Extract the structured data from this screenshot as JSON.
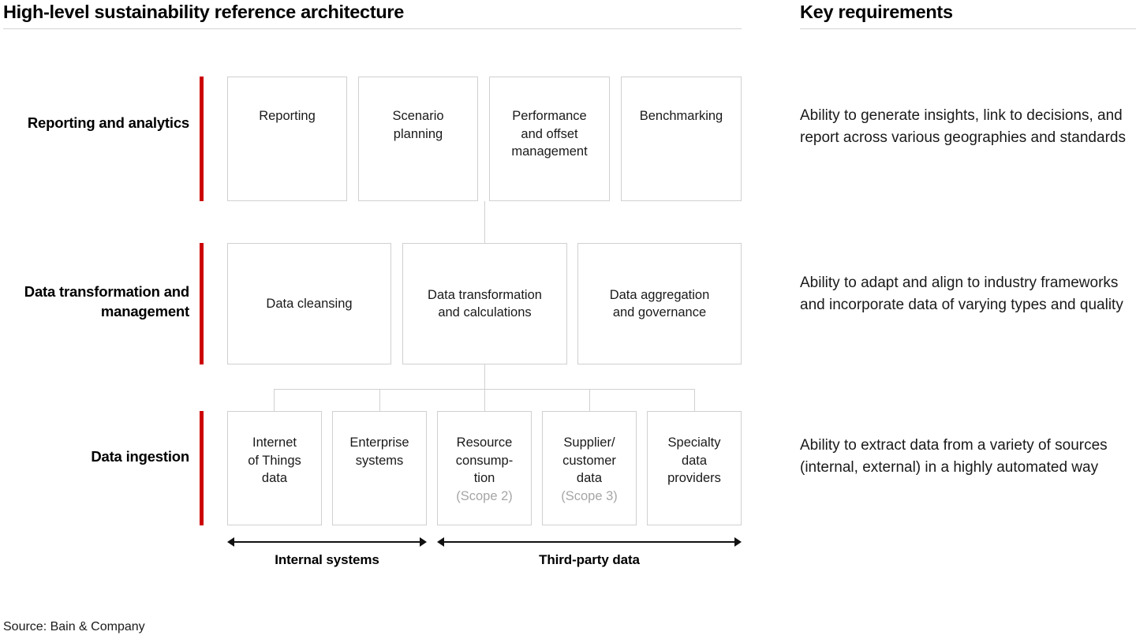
{
  "header": {
    "title": "High-level sustainability reference architecture",
    "requirements_title": "Key requirements"
  },
  "rows": [
    {
      "label": "Reporting and\nanalytics",
      "requirement": "Ability to generate insights, link to decisions, and report across various geographies and standards",
      "nodes": [
        {
          "label": "Reporting"
        },
        {
          "label": "Scenario\nplanning"
        },
        {
          "label": "Performance\nand offset\nmanagement"
        },
        {
          "label": "Benchmarking"
        }
      ]
    },
    {
      "label": "Data transformation\nand management",
      "requirement": "Ability to adapt and align to industry frameworks and incorporate data of varying types and quality",
      "nodes": [
        {
          "label": "Data cleansing"
        },
        {
          "label": "Data transformation\nand calculations"
        },
        {
          "label": "Data aggregation\nand governance"
        }
      ]
    },
    {
      "label": "Data\ningestion",
      "requirement": "Ability to extract data from a variety of sources (internal, external) in a highly automated way",
      "nodes": [
        {
          "label": "Internet\nof Things\ndata",
          "scope": ""
        },
        {
          "label": "Enterprise\nsystems",
          "scope": ""
        },
        {
          "label": "Resource\nconsump-\ntion",
          "scope": "(Scope 2)"
        },
        {
          "label": "Supplier/\ncustomer\ndata",
          "scope": "(Scope 3)"
        },
        {
          "label": "Specialty\ndata\nproviders",
          "scope": ""
        }
      ]
    }
  ],
  "brackets": [
    {
      "label": "Internal systems"
    },
    {
      "label": "Third-party data"
    }
  ],
  "source": "Source: Bain & Company",
  "colors": {
    "accent_red": "#cc0000",
    "box_border": "#d0d0d0",
    "scope_gray": "#a6a6a6",
    "text": "#1a1a1a"
  }
}
